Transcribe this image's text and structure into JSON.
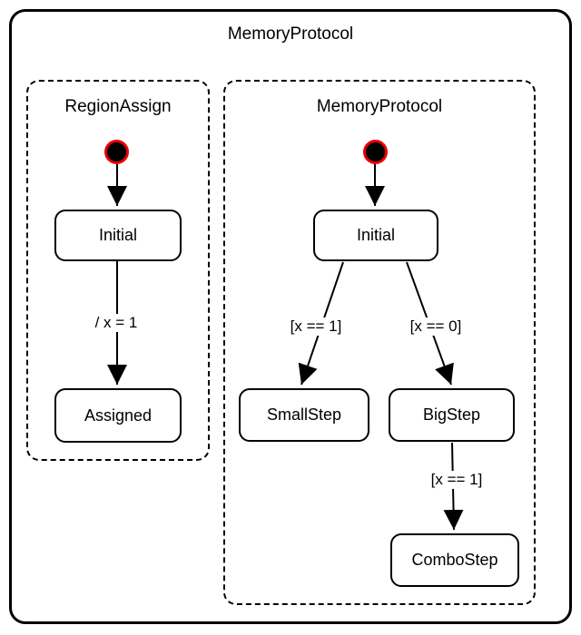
{
  "diagram": {
    "title": "MemoryProtocol",
    "left_region": {
      "title": "RegionAssign",
      "initial_state": "Initial",
      "assigned_state": "Assigned",
      "transition_label": "/ x = 1"
    },
    "right_region": {
      "title": "MemoryProtocol",
      "initial_state": "Initial",
      "small_step_state": "SmallStep",
      "big_step_state": "BigStep",
      "combo_step_state": "ComboStep",
      "guard_to_small": "[x == 1]",
      "guard_to_big": "[x == 0]",
      "guard_to_combo": "[x == 1]"
    },
    "colors": {
      "stroke": "#000000",
      "state_fill": "#ffffff",
      "initial_fill": "#000000",
      "initial_ring": "#e60000",
      "canvas": "#ffffff"
    }
  }
}
